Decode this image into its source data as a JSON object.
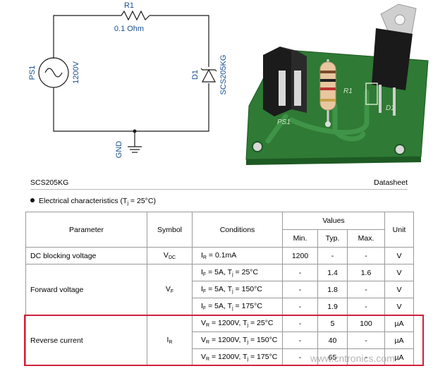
{
  "schematic": {
    "resistor_ref": "R1",
    "resistor_value": "0.1 Ohm",
    "source_ref": "PS1",
    "source_value": "1200V",
    "diode_ref": "D1",
    "diode_part": "SCS205KG",
    "ground_label": "GND"
  },
  "pcb": {
    "ps_label": "PS1",
    "r_label": "R1",
    "d_label": "D1"
  },
  "datasheet": {
    "part": "SCS205KG",
    "doc_type": "Datasheet",
    "section_title_prefix": "Electrical characteristics (T",
    "section_title_sub": "j",
    "section_title_suffix": " = 25°C)"
  },
  "table": {
    "headers": {
      "parameter": "Parameter",
      "symbol": "Symbol",
      "conditions": "Conditions",
      "values": "Values",
      "unit": "Unit",
      "min": "Min.",
      "typ": "Typ.",
      "max": "Max."
    },
    "dc_blocking": {
      "parameter": "DC blocking voltage",
      "symbol_main": "V",
      "symbol_sub": "DC",
      "cond_main": "I",
      "cond_sub": "R",
      "cond_rest": " = 0.1mA",
      "min": "1200",
      "typ": "-",
      "max": "-",
      "unit": "V"
    },
    "forward": {
      "parameter": "Forward voltage",
      "symbol_main": "V",
      "symbol_sub": "F",
      "rows": [
        {
          "cond_a": "I",
          "cond_a_sub": "F",
          "cond_b": " = 5A, T",
          "cond_b_sub": "j",
          "cond_c": " = 25°C",
          "min": "-",
          "typ": "1.4",
          "max": "1.6",
          "unit": "V"
        },
        {
          "cond_a": "I",
          "cond_a_sub": "F",
          "cond_b": " = 5A, T",
          "cond_b_sub": "j",
          "cond_c": " = 150°C",
          "min": "-",
          "typ": "1.8",
          "max": "-",
          "unit": "V"
        },
        {
          "cond_a": "I",
          "cond_a_sub": "F",
          "cond_b": " = 5A, T",
          "cond_b_sub": "j",
          "cond_c": " = 175°C",
          "min": "-",
          "typ": "1.9",
          "max": "-",
          "unit": "V"
        }
      ]
    },
    "reverse": {
      "parameter": "Reverse current",
      "symbol_main": "I",
      "symbol_sub": "R",
      "rows": [
        {
          "cond_a": "V",
          "cond_a_sub": "R",
          "cond_b": " = 1200V, T",
          "cond_b_sub": "j",
          "cond_c": " = 25°C",
          "min": "-",
          "typ": "5",
          "max": "100",
          "unit": "µA"
        },
        {
          "cond_a": "V",
          "cond_a_sub": "R",
          "cond_b": " = 1200V, T",
          "cond_b_sub": "j",
          "cond_c": " = 150°C",
          "min": "-",
          "typ": "40",
          "max": "-",
          "unit": "µA"
        },
        {
          "cond_a": "V",
          "cond_a_sub": "R",
          "cond_b": " = 1200V, T",
          "cond_b_sub": "j",
          "cond_c": " = 175°C",
          "min": "-",
          "typ": "65",
          "max": "-",
          "unit": "µA"
        }
      ]
    }
  },
  "watermark": "www.cntronics.com",
  "colors": {
    "schematic_blue": "#1a4f8f",
    "pcb_green": "#2f7a35",
    "highlight_red": "#d0213a"
  }
}
